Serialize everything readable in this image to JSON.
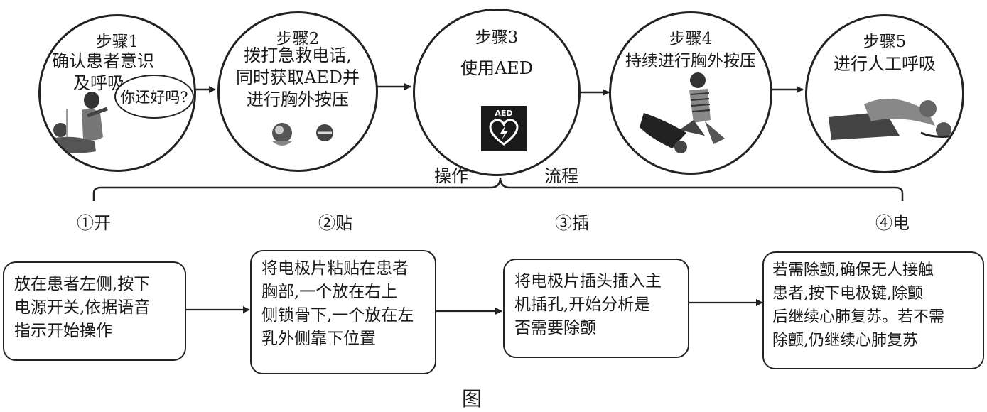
{
  "steps": [
    {
      "title": "步骤1",
      "lines": [
        "确认患者意识",
        "及呼吸"
      ],
      "bubble": "你还好吗?"
    },
    {
      "title": "步骤2",
      "lines": [
        "拨打急救电话,",
        "同时获取AED并",
        "进行胸外按压"
      ]
    },
    {
      "title": "步骤3",
      "lines": [
        "使用AED"
      ],
      "badge": "AED"
    },
    {
      "title": "步骤4",
      "lines": [
        "持续进行胸外按压"
      ]
    },
    {
      "title": "步骤5",
      "lines": [
        "进行人工呼吸"
      ]
    }
  ],
  "process_label": {
    "left": "操作",
    "right": "流程"
  },
  "substeps": [
    {
      "label": "①开",
      "lines": [
        "放在患者左侧,按下",
        "电源开关,依据语音",
        "指示开始操作"
      ]
    },
    {
      "label": "②贴",
      "lines": [
        "将电极片粘贴在患者",
        "胸部,一个放在右上",
        "侧锁骨下,一个放在左",
        "乳外侧靠下位置"
      ]
    },
    {
      "label": "③插",
      "lines": [
        "将电极片插头插入主",
        "机插孔,开始分析是",
        "否需要除颤"
      ]
    },
    {
      "label": "④电",
      "lines": [
        "若需除颤,确保无人接触",
        "患者,按下电极键,除颤",
        "后继续心肺复苏。若不需",
        "除颤,仍继续心肺复苏"
      ]
    }
  ],
  "caption": "图"
}
